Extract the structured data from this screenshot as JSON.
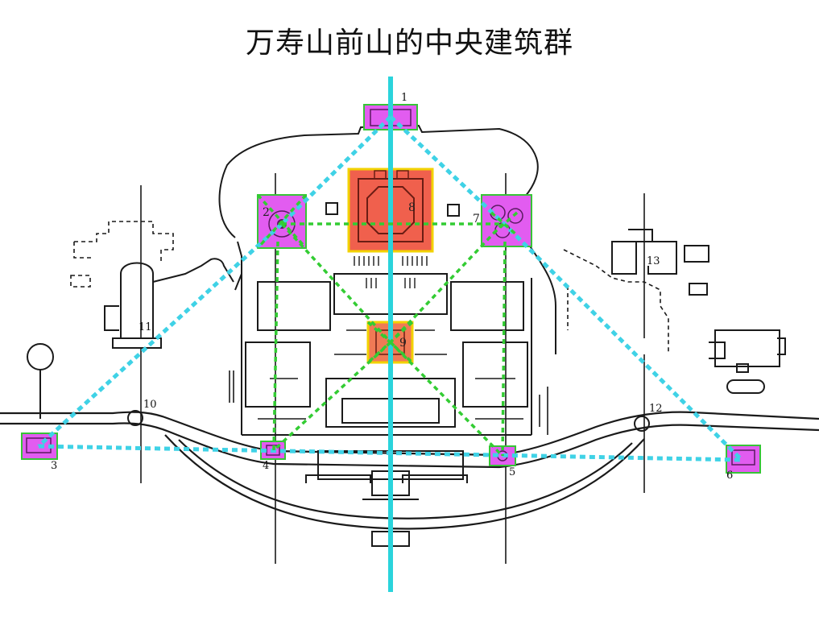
{
  "title": "万寿山前山的中央建筑群",
  "colors": {
    "axis": "#2ad4dc",
    "axis_dash": "#3fd2e6",
    "green_dash": "#33cc33",
    "magenta_fill": "#e25cf0",
    "red_fill": "#f0604d",
    "green_border": "#37c437",
    "yellow_border": "#f2d200",
    "ink": "#1a1a1a"
  },
  "labels": {
    "n1": "1",
    "n2": "2",
    "n3": "3",
    "n4": "4",
    "n5": "5",
    "n6": "6",
    "n7": "7",
    "n8": "8",
    "n9": "9",
    "n10": "10",
    "n11": "11",
    "n12": "12",
    "n13": "13"
  }
}
